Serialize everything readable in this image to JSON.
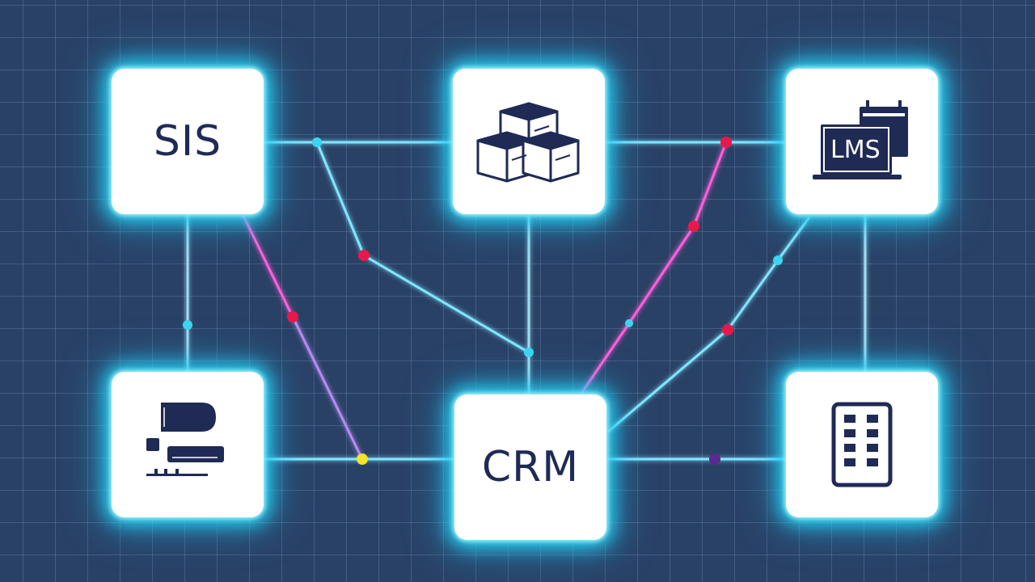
{
  "colors": {
    "background": "#2a4166",
    "link_cyan": "#7fe6ff",
    "link_pink": "#ff5fd8",
    "dot_red": "#e8194a",
    "dot_cyan": "#3ad6f0",
    "dot_yellow": "#f2e428",
    "dot_purple": "#5a2a90",
    "icon_navy": "#1f2a55"
  },
  "nodes": {
    "sis": {
      "label": "SIS",
      "icon": "text-label"
    },
    "warehouse": {
      "icon": "stacked-boxes-icon"
    },
    "lms": {
      "label": "LMS",
      "icon": "laptop-calendar-icon"
    },
    "gateway": {
      "icon": "connector-plug-icon"
    },
    "crm": {
      "label": "CRM",
      "icon": "text-label"
    },
    "erp": {
      "icon": "keypad-device-icon"
    }
  }
}
